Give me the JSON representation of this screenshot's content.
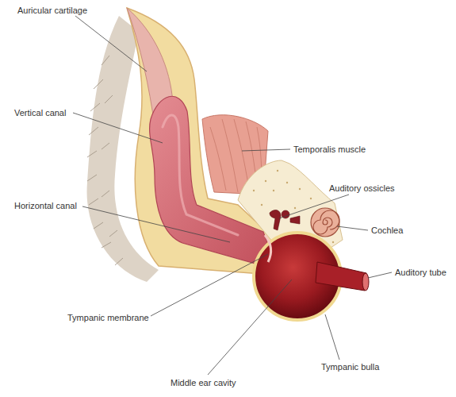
{
  "diagram": {
    "labels": [
      "Auricular cartilage",
      "Vertical canal",
      "Temporalis muscle",
      "Horizontal canal",
      "Auditory ossicles",
      "Cochlea",
      "Auditory tube",
      "Tympanic membrane",
      "Middle ear cavity",
      "Tympanic bulla"
    ]
  }
}
